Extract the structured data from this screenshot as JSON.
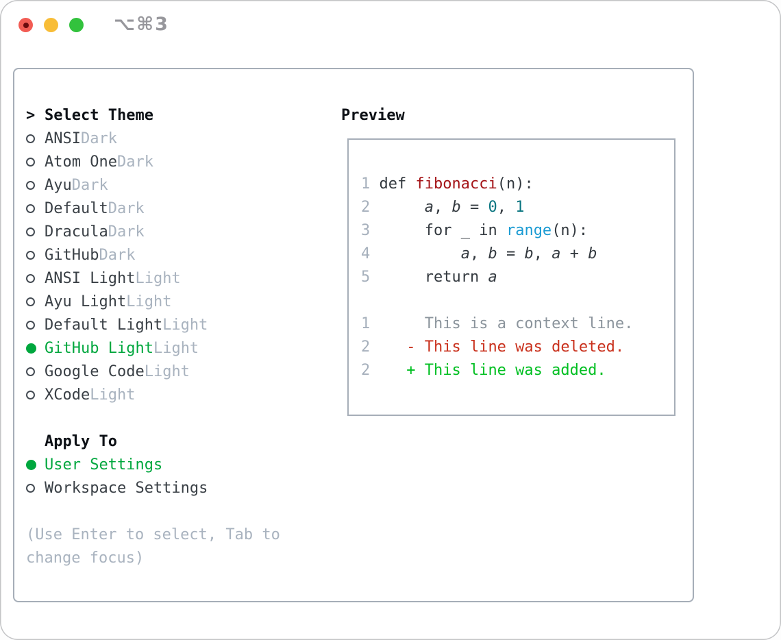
{
  "window": {
    "title": "⌥⌘3"
  },
  "colors": {
    "border": "#a6aeb8",
    "heading": "#0d1116",
    "item": "#3a4046",
    "tag": "#a9b3bf",
    "green": "#00a73e",
    "radio_ring": "#454c54",
    "title_gray": "#97979c",
    "traffic_red": "#f25c54",
    "traffic_red_dot": "#6b0b0d",
    "traffic_yellow": "#f8bd37",
    "traffic_green": "#32c23d",
    "lineno": "#a6b0bc",
    "code": "#33393f",
    "func": "#a41317",
    "num": "#0a7580",
    "builtin": "#1b9bd3",
    "context": "#8b949c",
    "deleted": "#c9301c",
    "added": "#00bf21"
  },
  "left": {
    "prompt": ">",
    "select_theme_title": "Select Theme",
    "themes": [
      {
        "name": "ANSI",
        "tag": "Dark",
        "selected": false
      },
      {
        "name": "Atom One",
        "tag": "Dark",
        "selected": false
      },
      {
        "name": "Ayu",
        "tag": "Dark",
        "selected": false
      },
      {
        "name": "Default",
        "tag": "Dark",
        "selected": false
      },
      {
        "name": "Dracula",
        "tag": "Dark",
        "selected": false
      },
      {
        "name": "GitHub",
        "tag": "Dark",
        "selected": false
      },
      {
        "name": "ANSI Light",
        "tag": "Light",
        "selected": false
      },
      {
        "name": "Ayu Light",
        "tag": "Light",
        "selected": false
      },
      {
        "name": "Default Light",
        "tag": "Light",
        "selected": false
      },
      {
        "name": "GitHub Light",
        "tag": "Light",
        "selected": true
      },
      {
        "name": "Google Code",
        "tag": "Light",
        "selected": false
      },
      {
        "name": "XCode",
        "tag": "Light",
        "selected": false
      }
    ],
    "apply_to_title": "Apply To",
    "apply_options": [
      {
        "name": "User Settings",
        "selected": true
      },
      {
        "name": "Workspace Settings",
        "selected": false
      }
    ],
    "footer_line1": "(Use Enter to select, Tab to",
    "footer_line2": "change focus)"
  },
  "preview": {
    "title": "Preview",
    "lines": [
      [
        {
          "t": "1",
          "c": "lineno"
        },
        {
          "t": " ",
          "c": "code"
        },
        {
          "t": "def ",
          "c": "code"
        },
        {
          "t": "fibonacci",
          "c": "func"
        },
        {
          "t": "(n):",
          "c": "code"
        }
      ],
      [
        {
          "t": "2",
          "c": "lineno"
        },
        {
          "t": "      ",
          "c": "code"
        },
        {
          "t": "a",
          "c": "code",
          "i": true
        },
        {
          "t": ", ",
          "c": "code"
        },
        {
          "t": "b",
          "c": "code",
          "i": true
        },
        {
          "t": " = ",
          "c": "code"
        },
        {
          "t": "0",
          "c": "num"
        },
        {
          "t": ", ",
          "c": "code"
        },
        {
          "t": "1",
          "c": "num"
        }
      ],
      [
        {
          "t": "3",
          "c": "lineno"
        },
        {
          "t": "      ",
          "c": "code"
        },
        {
          "t": "for _ in ",
          "c": "code"
        },
        {
          "t": "range",
          "c": "builtin"
        },
        {
          "t": "(n):",
          "c": "code"
        }
      ],
      [
        {
          "t": "4",
          "c": "lineno"
        },
        {
          "t": "          ",
          "c": "code"
        },
        {
          "t": "a",
          "c": "code",
          "i": true
        },
        {
          "t": ", ",
          "c": "code"
        },
        {
          "t": "b",
          "c": "code",
          "i": true
        },
        {
          "t": " = ",
          "c": "code"
        },
        {
          "t": "b",
          "c": "code",
          "i": true
        },
        {
          "t": ", ",
          "c": "code"
        },
        {
          "t": "a",
          "c": "code",
          "i": true
        },
        {
          "t": " + ",
          "c": "code"
        },
        {
          "t": "b",
          "c": "code",
          "i": true
        }
      ],
      [
        {
          "t": "5",
          "c": "lineno"
        },
        {
          "t": "      ",
          "c": "code"
        },
        {
          "t": "return ",
          "c": "code"
        },
        {
          "t": "a",
          "c": "code",
          "i": true
        }
      ],
      [],
      [
        {
          "t": "1",
          "c": "lineno"
        },
        {
          "t": "      ",
          "c": "context"
        },
        {
          "t": "This is a context line.",
          "c": "context"
        }
      ],
      [
        {
          "t": "2",
          "c": "lineno"
        },
        {
          "t": "    ",
          "c": "deleted"
        },
        {
          "t": "- This line was deleted.",
          "c": "deleted"
        }
      ],
      [
        {
          "t": "2",
          "c": "lineno"
        },
        {
          "t": "    ",
          "c": "added"
        },
        {
          "t": "+ This line was added.",
          "c": "added"
        }
      ]
    ]
  }
}
